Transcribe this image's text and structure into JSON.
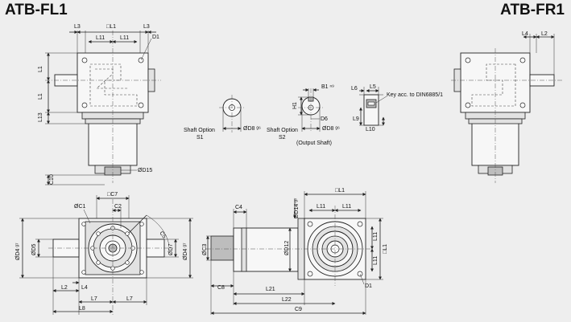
{
  "titles": {
    "left": "ATB-FL1",
    "right": "ATB-FR1"
  },
  "labels": {
    "L3": "L3",
    "boxL1": "□L1",
    "L11": "L11",
    "D1": "D1",
    "L1": "L1",
    "L13": "L13",
    "C10": "C10",
    "D15": "ØD15",
    "L4": "L4",
    "L2": "L2",
    "B1": "B1 ⁿ⁹",
    "H1": "H1",
    "D8": "ØD8 ᵍ⁶",
    "L6": "L6",
    "L5": "L5",
    "D6": "D6",
    "L9": "L9",
    "L10": "L10",
    "key_note": "Key acc. to DIN6885/1",
    "shaft_s1_a": "Shaft Option",
    "shaft_s1_b": "S1",
    "shaft_s2_a": "Shaft Option",
    "shaft_s2_b": "S2",
    "output_shaft": "(Output Shaft)",
    "C7": "□C7",
    "C1": "ØC1",
    "C2": "C2",
    "C5": "C5",
    "D4": "ØD4 ᵍ⁷",
    "D5": "ØD5",
    "D7": "ØD7",
    "L7": "L7",
    "L8": "L8",
    "C4": "C4",
    "C3": "ØC3",
    "D12": "ØD12",
    "D14": "ØD14 ᵍ⁷",
    "C8": "C8",
    "L21": "L21",
    "L22": "L22",
    "C9": "C9"
  }
}
